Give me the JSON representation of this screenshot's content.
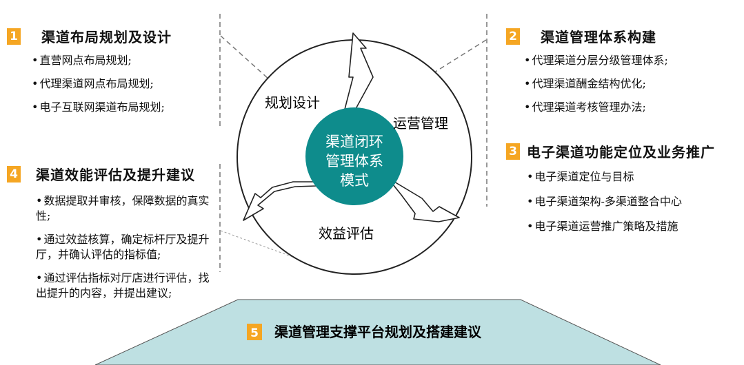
{
  "sections": {
    "s1": {
      "num": "1",
      "title": "渠道布局规划及设计",
      "items": [
        "直营网点布局规划;",
        "代理渠道网点布局规划;",
        "电子互联网渠道布局规划;"
      ]
    },
    "s2": {
      "num": "2",
      "title": "渠道管理体系构建",
      "items": [
        "代理渠道分层分级管理体系;",
        "代理渠道酬金结构优化;",
        "代理渠道考核管理办法;"
      ]
    },
    "s3": {
      "num": "3",
      "title": "电子渠道功能定位及业务推广",
      "items": [
        "电子渠道定位与目标",
        "电子渠道架构-多渠道整合中心",
        "电子渠道运营推广策略及措施"
      ]
    },
    "s4": {
      "num": "4",
      "title": "渠道效能评估及提升建议",
      "items": [
        "数据提取并审核，保障数据的真实性;",
        "通过效益核算，确定标杆厅及提升厅，并确认评估的指标值;",
        "通过评估指标对厅店进行评估，找出提升的内容，并提出建议;"
      ]
    },
    "s5": {
      "num": "5",
      "title": "渠道管理支撑平台规划及搭建建议"
    }
  },
  "cycle": {
    "center_line1": "渠道闭环",
    "center_line2": "管理体系",
    "center_line3": "模式",
    "seg_plan": "规划设计",
    "seg_ops": "运营管理",
    "seg_eval": "效益评估"
  },
  "colors": {
    "accent_orange": "#F5A623",
    "center_teal": "#0E8C8C",
    "platform_fill": "#BEE0E2",
    "dash_gray": "#888888"
  }
}
